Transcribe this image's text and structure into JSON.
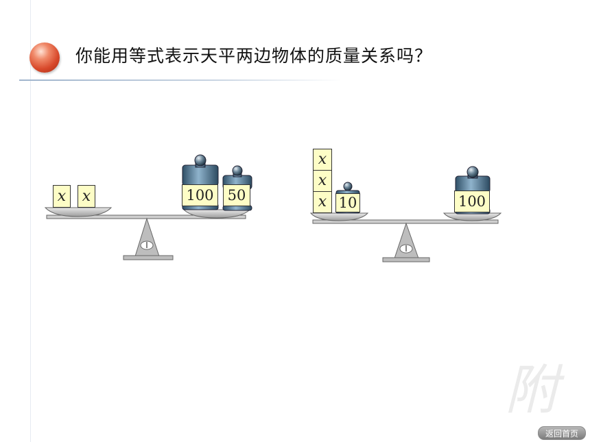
{
  "title": "你能用等式表示天平两边物体的质量关系吗？",
  "scale1": {
    "left": [
      "x",
      "x"
    ],
    "right": [
      "100",
      "50"
    ]
  },
  "scale2": {
    "left_stack": [
      "x",
      "x",
      "x"
    ],
    "left_weight": "10",
    "right": [
      "100"
    ]
  },
  "nav": {
    "home_label": "返回首页"
  },
  "watermark": "附",
  "colors": {
    "box_fill": "#fdfdc6",
    "weight_metal": "#5b86a3",
    "pan": "#bdbdbd",
    "bullet": "#d8492b"
  },
  "icons": {
    "bullet": "red-sphere-bullet-icon",
    "weight": "metal-weight-icon"
  }
}
